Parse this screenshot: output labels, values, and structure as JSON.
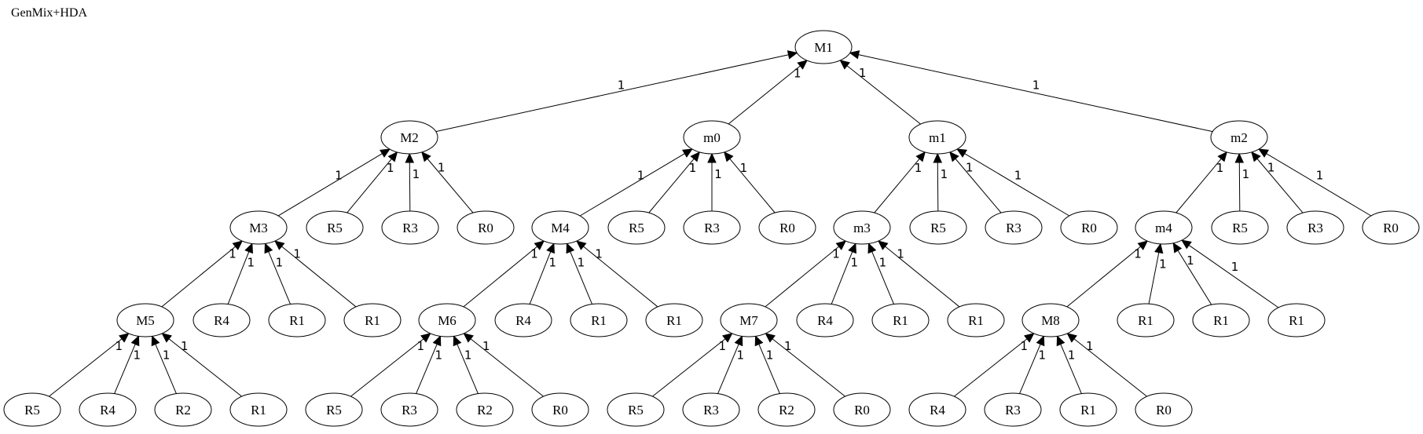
{
  "title": "GenMix+HDA",
  "nodes": [
    {
      "id": "M1",
      "label": "M1"
    },
    {
      "id": "M2",
      "label": "M2"
    },
    {
      "id": "m0",
      "label": "m0"
    },
    {
      "id": "m1",
      "label": "m1"
    },
    {
      "id": "m2",
      "label": "m2"
    },
    {
      "id": "M3",
      "label": "M3"
    },
    {
      "id": "M2_R5",
      "label": "R5"
    },
    {
      "id": "M2_R3",
      "label": "R3"
    },
    {
      "id": "M2_R0",
      "label": "R0"
    },
    {
      "id": "M4",
      "label": "M4"
    },
    {
      "id": "m0_R5",
      "label": "R5"
    },
    {
      "id": "m0_R3",
      "label": "R3"
    },
    {
      "id": "m0_R0",
      "label": "R0"
    },
    {
      "id": "m3",
      "label": "m3"
    },
    {
      "id": "m1_R5",
      "label": "R5"
    },
    {
      "id": "m1_R3",
      "label": "R3"
    },
    {
      "id": "m1_R0",
      "label": "R0"
    },
    {
      "id": "m4",
      "label": "m4"
    },
    {
      "id": "m2_R5",
      "label": "R5"
    },
    {
      "id": "m2_R3",
      "label": "R3"
    },
    {
      "id": "m2_R0",
      "label": "R0"
    },
    {
      "id": "M5",
      "label": "M5"
    },
    {
      "id": "M3_R4",
      "label": "R4"
    },
    {
      "id": "M3_R1a",
      "label": "R1"
    },
    {
      "id": "M3_R1b",
      "label": "R1"
    },
    {
      "id": "M6",
      "label": "M6"
    },
    {
      "id": "M4_R4",
      "label": "R4"
    },
    {
      "id": "M4_R1a",
      "label": "R1"
    },
    {
      "id": "M4_R1b",
      "label": "R1"
    },
    {
      "id": "M7",
      "label": "M7"
    },
    {
      "id": "m3_R4",
      "label": "R4"
    },
    {
      "id": "m3_R1a",
      "label": "R1"
    },
    {
      "id": "m3_R1b",
      "label": "R1"
    },
    {
      "id": "M8",
      "label": "M8"
    },
    {
      "id": "m4_R1a",
      "label": "R1"
    },
    {
      "id": "m4_R1b",
      "label": "R1"
    },
    {
      "id": "m4_R1c",
      "label": "R1"
    },
    {
      "id": "M5_R5",
      "label": "R5"
    },
    {
      "id": "M5_R4",
      "label": "R4"
    },
    {
      "id": "M5_R2",
      "label": "R2"
    },
    {
      "id": "M5_R1",
      "label": "R1"
    },
    {
      "id": "M6_R5",
      "label": "R5"
    },
    {
      "id": "M6_R3",
      "label": "R3"
    },
    {
      "id": "M6_R2",
      "label": "R2"
    },
    {
      "id": "M6_R0",
      "label": "R0"
    },
    {
      "id": "M7_R5",
      "label": "R5"
    },
    {
      "id": "M7_R3",
      "label": "R3"
    },
    {
      "id": "M7_R2",
      "label": "R2"
    },
    {
      "id": "M7_R0",
      "label": "R0"
    },
    {
      "id": "M8_R4",
      "label": "R4"
    },
    {
      "id": "M8_R3",
      "label": "R3"
    },
    {
      "id": "M8_R1",
      "label": "R1"
    },
    {
      "id": "M8_R0",
      "label": "R0"
    }
  ],
  "edges": [
    {
      "from": "M2",
      "to": "M1",
      "label": "1"
    },
    {
      "from": "m0",
      "to": "M1",
      "label": "1"
    },
    {
      "from": "m1",
      "to": "M1",
      "label": "1"
    },
    {
      "from": "m2",
      "to": "M1",
      "label": "1"
    },
    {
      "from": "M3",
      "to": "M2",
      "label": "1"
    },
    {
      "from": "M2_R5",
      "to": "M2",
      "label": "1"
    },
    {
      "from": "M2_R3",
      "to": "M2",
      "label": "1"
    },
    {
      "from": "M2_R0",
      "to": "M2",
      "label": "1"
    },
    {
      "from": "M4",
      "to": "m0",
      "label": "1"
    },
    {
      "from": "m0_R5",
      "to": "m0",
      "label": "1"
    },
    {
      "from": "m0_R3",
      "to": "m0",
      "label": "1"
    },
    {
      "from": "m0_R0",
      "to": "m0",
      "label": "1"
    },
    {
      "from": "m3",
      "to": "m1",
      "label": "1"
    },
    {
      "from": "m1_R5",
      "to": "m1",
      "label": "1"
    },
    {
      "from": "m1_R3",
      "to": "m1",
      "label": "1"
    },
    {
      "from": "m1_R0",
      "to": "m1",
      "label": "1"
    },
    {
      "from": "m4",
      "to": "m2",
      "label": "1"
    },
    {
      "from": "m2_R5",
      "to": "m2",
      "label": "1"
    },
    {
      "from": "m2_R3",
      "to": "m2",
      "label": "1"
    },
    {
      "from": "m2_R0",
      "to": "m2",
      "label": "1"
    },
    {
      "from": "M5",
      "to": "M3",
      "label": "1"
    },
    {
      "from": "M3_R4",
      "to": "M3",
      "label": "1"
    },
    {
      "from": "M3_R1a",
      "to": "M3",
      "label": "1"
    },
    {
      "from": "M3_R1b",
      "to": "M3",
      "label": "1"
    },
    {
      "from": "M6",
      "to": "M4",
      "label": "1"
    },
    {
      "from": "M4_R4",
      "to": "M4",
      "label": "1"
    },
    {
      "from": "M4_R1a",
      "to": "M4",
      "label": "1"
    },
    {
      "from": "M4_R1b",
      "to": "M4",
      "label": "1"
    },
    {
      "from": "M7",
      "to": "m3",
      "label": "1"
    },
    {
      "from": "m3_R4",
      "to": "m3",
      "label": "1"
    },
    {
      "from": "m3_R1a",
      "to": "m3",
      "label": "1"
    },
    {
      "from": "m3_R1b",
      "to": "m3",
      "label": "1"
    },
    {
      "from": "M8",
      "to": "m4",
      "label": "1"
    },
    {
      "from": "m4_R1a",
      "to": "m4",
      "label": "1"
    },
    {
      "from": "m4_R1b",
      "to": "m4",
      "label": "1"
    },
    {
      "from": "m4_R1c",
      "to": "m4",
      "label": "1"
    },
    {
      "from": "M5_R5",
      "to": "M5",
      "label": "1"
    },
    {
      "from": "M5_R4",
      "to": "M5",
      "label": "1"
    },
    {
      "from": "M5_R2",
      "to": "M5",
      "label": "1"
    },
    {
      "from": "M5_R1",
      "to": "M5",
      "label": "1"
    },
    {
      "from": "M6_R5",
      "to": "M6",
      "label": "1"
    },
    {
      "from": "M6_R3",
      "to": "M6",
      "label": "1"
    },
    {
      "from": "M6_R2",
      "to": "M6",
      "label": "1"
    },
    {
      "from": "M6_R0",
      "to": "M6",
      "label": "1"
    },
    {
      "from": "M7_R5",
      "to": "M7",
      "label": "1"
    },
    {
      "from": "M7_R3",
      "to": "M7",
      "label": "1"
    },
    {
      "from": "M7_R2",
      "to": "M7",
      "label": "1"
    },
    {
      "from": "M7_R0",
      "to": "M7",
      "label": "1"
    },
    {
      "from": "M8_R4",
      "to": "M8",
      "label": "1"
    },
    {
      "from": "M8_R3",
      "to": "M8",
      "label": "1"
    },
    {
      "from": "M8_R1",
      "to": "M8",
      "label": "1"
    },
    {
      "from": "M8_R0",
      "to": "M8",
      "label": "1"
    }
  ]
}
